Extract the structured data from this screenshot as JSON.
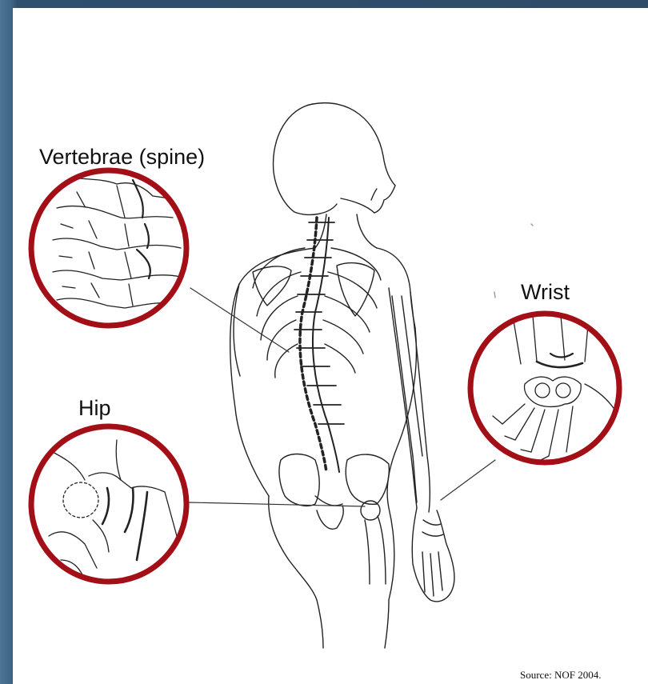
{
  "labels": {
    "spine": "Vertebrae (spine)",
    "wrist": "Wrist",
    "hip": "Hip"
  },
  "source": "Source: NOF 2004.",
  "colors": {
    "circle_border": "#a30f16",
    "background_frame": "#2e4c68",
    "line_art": "#222222"
  },
  "icons": {
    "figure": "human-back-skeleton-illustration",
    "spine_inset": "fractured-vertebrae-closeup",
    "wrist_inset": "fractured-wrist-closeup",
    "hip_inset": "fractured-hip-closeup"
  }
}
